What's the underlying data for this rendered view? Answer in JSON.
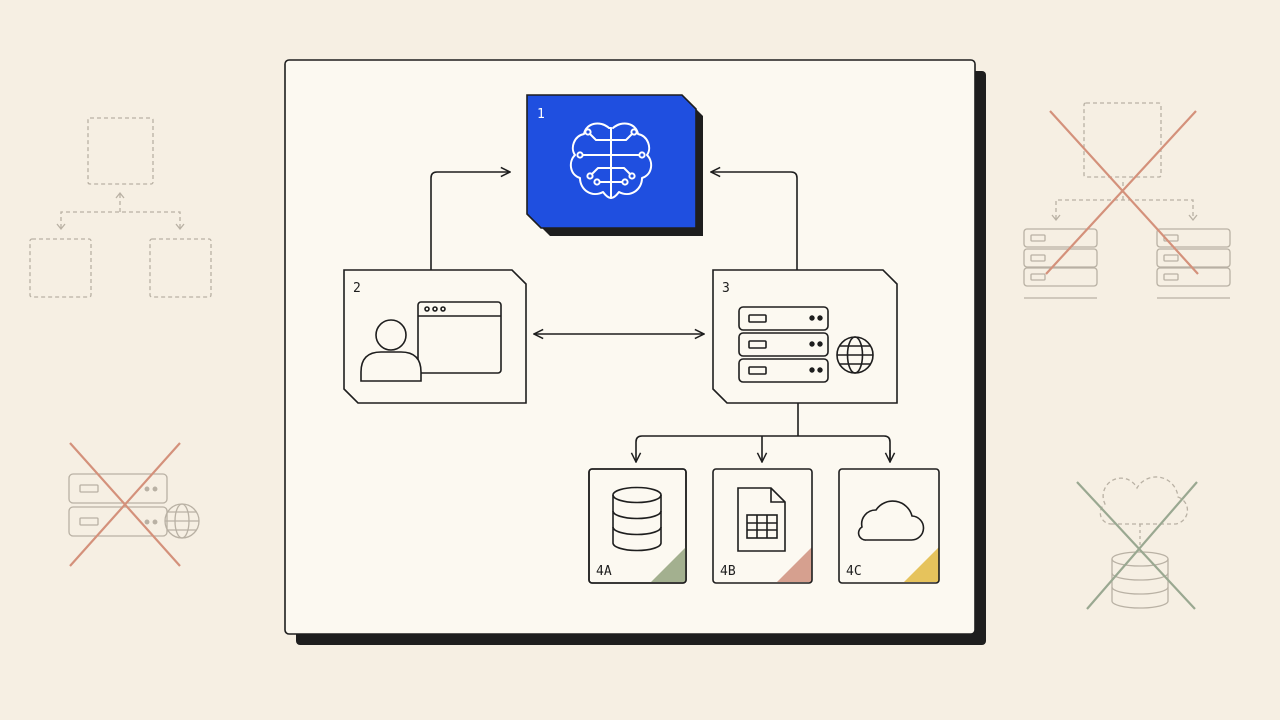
{
  "colors": {
    "background": "#f6efe3",
    "panel": "#fcf9f1",
    "ink": "#1e1e1e",
    "accent_blue": "#1f4fe0",
    "muted_line": "#b9b1a4",
    "cross_red": "#d4917b",
    "cross_green": "#9aa891",
    "corner_green": "#a3b08f",
    "corner_red": "#d6a08f",
    "corner_yellow": "#e6c35c"
  },
  "diagram": {
    "nodes": {
      "n1": {
        "label": "1",
        "icon": "brain-circuit-icon"
      },
      "n2": {
        "label": "2",
        "icon": "user-browser-icon"
      },
      "n3": {
        "label": "3",
        "icon": "server-globe-icon"
      },
      "n4a": {
        "label": "4A",
        "icon": "database-icon"
      },
      "n4b": {
        "label": "4B",
        "icon": "spreadsheet-file-icon"
      },
      "n4c": {
        "label": "4C",
        "icon": "cloud-icon"
      }
    }
  },
  "decorations": {
    "left_top": {
      "icon": "dashed-hierarchy-icon"
    },
    "left_bottom": {
      "icon": "crossed-server-globe-icon"
    },
    "right_top": {
      "icon": "crossed-server-hierarchy-icon"
    },
    "right_bottom": {
      "icon": "crossed-cloud-database-icon"
    }
  }
}
